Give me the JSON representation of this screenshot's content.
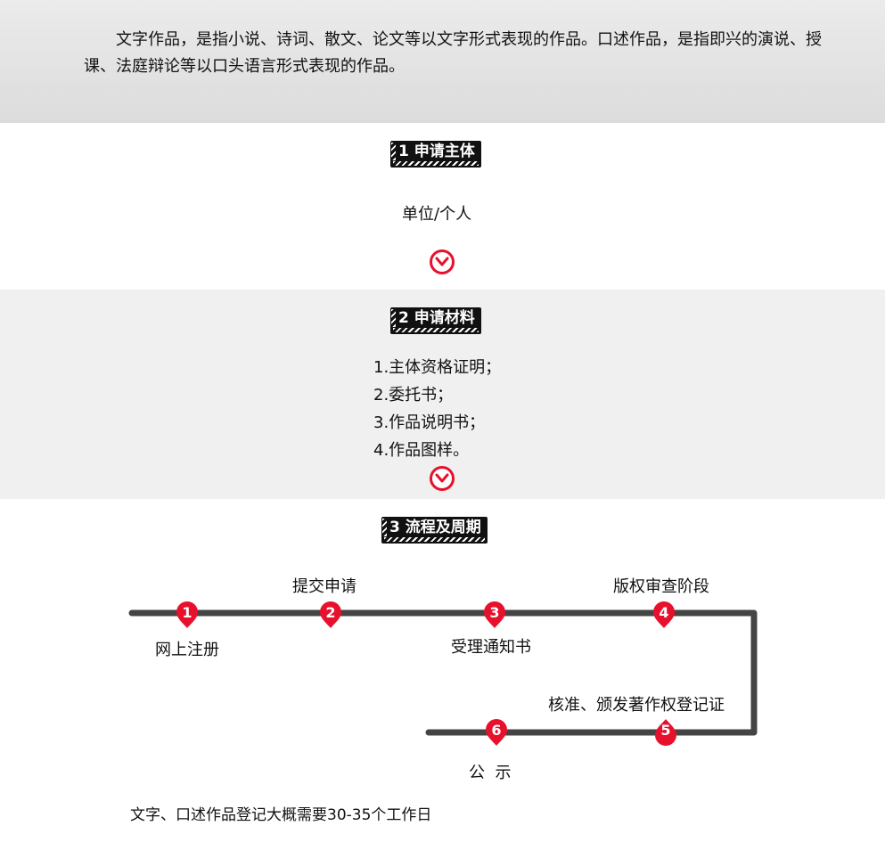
{
  "intro": {
    "text": "文字作品，是指小说、诗词、散文、论文等以文字形式表现的作品。口述作品，是指即兴的演说、授课、法庭辩论等以口头语言形式表现的作品。"
  },
  "section1": {
    "badge": "1 申请主体",
    "content": "单位/个人"
  },
  "section2": {
    "badge": "2 申请材料",
    "items": [
      "1.主体资格证明；",
      "2.委托书；",
      "3.作品说明书；",
      "4.作品图样。"
    ]
  },
  "section3": {
    "badge": "3 流程及周期",
    "steps": [
      {
        "num": "1",
        "label": "网上注册"
      },
      {
        "num": "2",
        "label": "提交申请"
      },
      {
        "num": "3",
        "label": "受理通知书"
      },
      {
        "num": "4",
        "label": "版权审查阶段"
      },
      {
        "num": "5",
        "label": "核准、颁发著作权登记证"
      },
      {
        "num": "6",
        "label": "公  示"
      }
    ],
    "footnote": "文字、口述作品登记大概需要30-35个工作日"
  },
  "colors": {
    "accent": "#e8112d",
    "line": "#444444",
    "badge": "#111111"
  },
  "icons": {
    "down": "chevron-down-circle-icon",
    "marker": "location-pin-icon"
  }
}
